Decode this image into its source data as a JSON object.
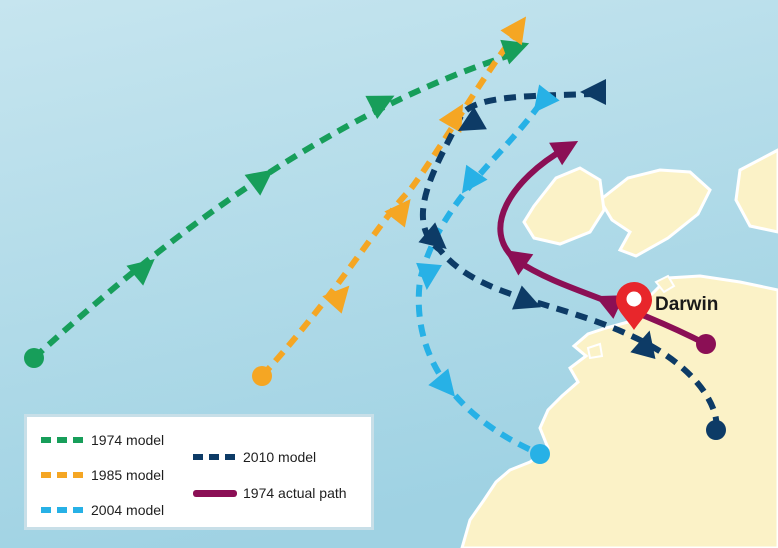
{
  "place": {
    "name": "Darwin"
  },
  "legend": {
    "items": [
      {
        "key": "m1974",
        "label": "1974 model",
        "color": "#179e5a",
        "style": "dashed"
      },
      {
        "key": "m1985",
        "label": "1985 model",
        "color": "#f5a623",
        "style": "dashed"
      },
      {
        "key": "m2004",
        "label": "2004 model",
        "color": "#27b1e6",
        "style": "dashed"
      },
      {
        "key": "m2010",
        "label": "2010 model",
        "color": "#0d3b66",
        "style": "dashed"
      },
      {
        "key": "actual",
        "label": "1974 actual path",
        "color": "#8b0f55",
        "style": "solid"
      }
    ]
  },
  "colors": {
    "sea": "#a9d6e5",
    "land": "#fbf2c7",
    "coast": "#ffffff",
    "pin": "#e8262b"
  },
  "icons": {
    "place_marker": "map-pin-icon",
    "direction_marker": "triangle-arrow-icon",
    "start_marker": "circle-icon"
  }
}
